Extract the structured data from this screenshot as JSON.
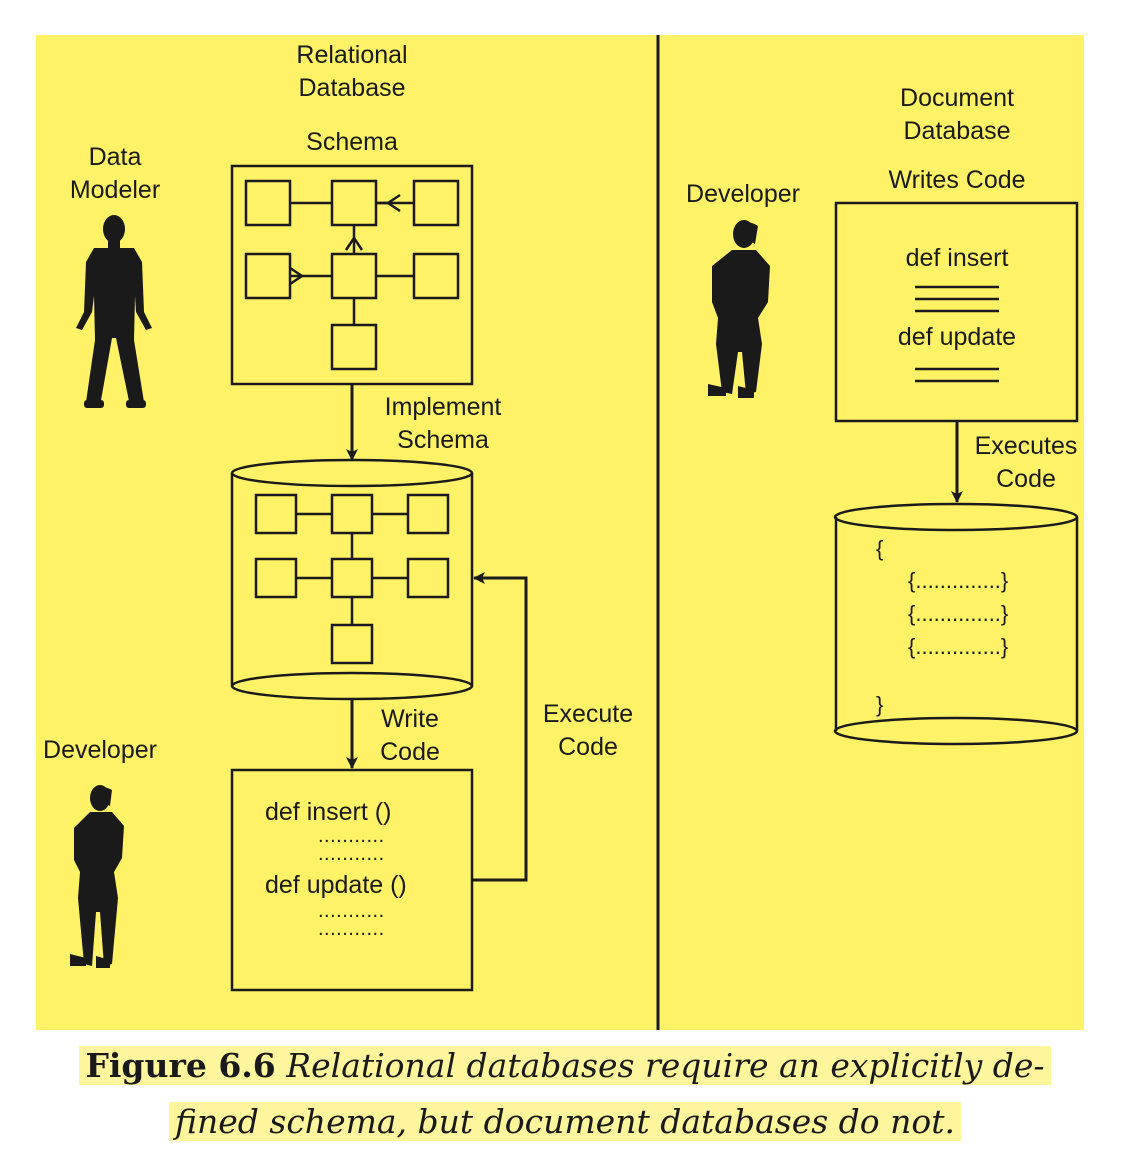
{
  "left": {
    "title_line1": "Relational",
    "title_line2": "Database",
    "schema_label": "Schema",
    "data_modeler_line1": "Data",
    "data_modeler_line2": "Modeler",
    "implement_line1": "Implement",
    "implement_line2": "Schema",
    "write_line1": "Write",
    "write_line2": "Code",
    "execute_line1": "Execute",
    "execute_line2": "Code",
    "developer_label": "Developer",
    "code_insert": "def insert ()",
    "code_update": "def update ()",
    "dots": "..........."
  },
  "right": {
    "title_line1": "Document",
    "title_line2": "Database",
    "developer_label": "Developer",
    "writes_code": "Writes Code",
    "code_insert": "def insert",
    "code_update": "def update",
    "executes_line1": "Executes",
    "executes_line2": "Code",
    "brace_open": "{",
    "brace_close": "}",
    "doc_item": "{..............}"
  },
  "caption": {
    "figure_number": "Figure 6.6",
    "text_line1": "Relational databases require an explicitly de-",
    "text_line2": "fined schema, but document databases do not."
  },
  "colors": {
    "panel": "#fff266",
    "ink": "#1a1a1a",
    "caption_highlight": "#fff59d"
  }
}
